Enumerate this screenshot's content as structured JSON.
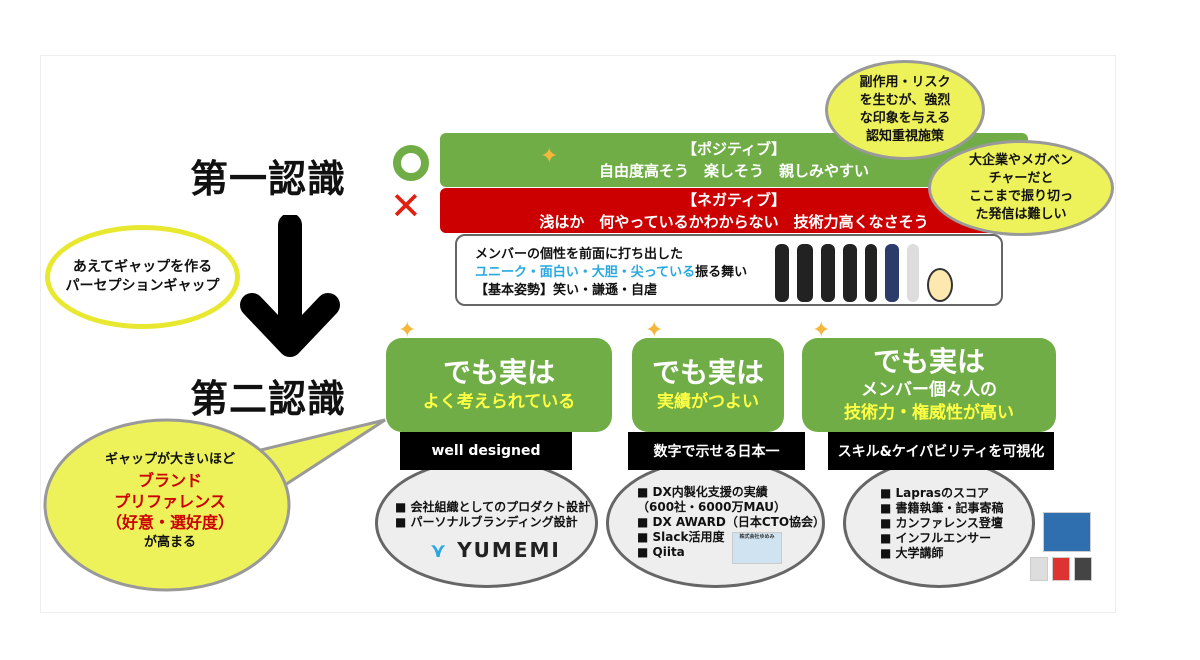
{
  "first_recognition": "第一認識",
  "second_recognition": "第二認識",
  "positive": {
    "title": "【ポジティブ】",
    "text": "自由度高そう　楽しそう　親しみやすい"
  },
  "negative": {
    "title": "【ネガティブ】",
    "text": "浅はか　何やっているかわからない　技術力高くなさそう"
  },
  "members": {
    "line1": "メンバーの個性を前面に打ち出した",
    "line2_highlight": "ユニーク・面白い・大胆・尖っている",
    "line2_rest": "振る舞い",
    "line3": "【基本姿勢】笑い・謙遜・自虐"
  },
  "bubble_risk": [
    "副作用・リスク",
    "を生むが、強烈",
    "な印象を与える",
    "認知重視施策"
  ],
  "bubble_enterprise": [
    "大企業やメガベン",
    "チャーだと",
    "ここまで振り切っ",
    "た発信は難しい"
  ],
  "gap_ellipse": [
    "あえてギャップを作る",
    "パーセプションギャップ"
  ],
  "bubble_brand": {
    "line1": "ギャップが大きいほど",
    "red": [
      "ブランド",
      "プリファレンス",
      "（好意・選好度）"
    ],
    "line_last": "が高まる"
  },
  "columns": [
    {
      "title": "でも実は",
      "sub": [
        "よく考えられている"
      ],
      "label": "well designed",
      "items": [
        "■ 会社組織としてのプロダクト設計",
        "■ パーソナルブランディング設計"
      ],
      "logo": "YUMEMI"
    },
    {
      "title": "でも実は",
      "sub": [
        "実績がつよい"
      ],
      "label": "数字で示せる日本一",
      "items": [
        "■ DX内製化支援の実績",
        "（600社・6000万MAU）",
        "■ DX AWARD（日本CTO協会）",
        "■ Slack活用度",
        "■ Qiita"
      ],
      "photo_caption": "株式会社ゆめみ"
    },
    {
      "title": "でも実は",
      "sub_white": "メンバー個々人の",
      "sub": [
        "技術力・権威性が高い"
      ],
      "label": "スキル&ケイパビリティを可視化",
      "items": [
        "■ Laprasのスコア",
        "■ 書籍執筆・記事寄稿",
        "■ カンファレンス登壇",
        "■ インフルエンサー",
        "■ 大学講師"
      ]
    }
  ],
  "colors": {
    "green": "#70ad47",
    "red": "#cc0000",
    "yellow": "#eef25a",
    "highlight": "#29a8e0"
  }
}
